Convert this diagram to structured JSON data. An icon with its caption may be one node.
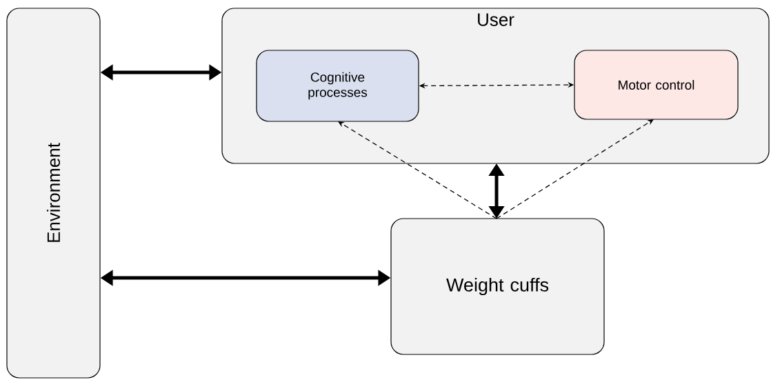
{
  "diagram": {
    "nodes": [
      {
        "text": [
          "Environment"
        ]
      },
      {
        "text": [
          "User"
        ]
      },
      {
        "text": [
          "Cognitive processes"
        ],
        "in": 1
      },
      {
        "text": [
          "Motor control"
        ],
        "in": 1
      },
      {
        "text": [
          "Weight cuffs"
        ]
      }
    ],
    "edges": [
      {
        "from": 0,
        "to": 1,
        "arrow": "both",
        "style": "thick"
      },
      {
        "from": 2,
        "to": 3,
        "arrow": "both",
        "style": "dashed"
      },
      {
        "from": 4,
        "to": 2,
        "arrow": "to",
        "style": "dashed"
      },
      {
        "from": 4,
        "to": 3,
        "arrow": "to",
        "style": "dashed"
      },
      {
        "from": 1,
        "to": 4,
        "arrow": "both",
        "style": "thick"
      },
      {
        "from": 0,
        "to": 4,
        "arrow": "both",
        "style": "thick"
      }
    ]
  }
}
